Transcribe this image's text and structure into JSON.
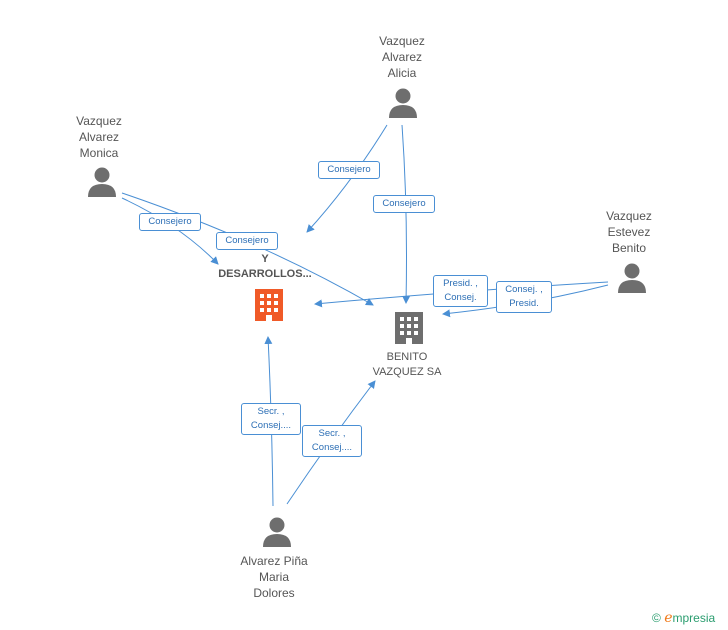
{
  "colors": {
    "edge": "#4a8fd4",
    "person": "#6e6e6e",
    "main_company": "#f05a28",
    "company": "#6e6e6e"
  },
  "people": {
    "alicia": "Vazquez\nAlvarez\nAlicia",
    "monica": "Vazquez\nAlvarez\nMonica",
    "benito": "Vazquez\nEstevez\nBenito",
    "maria": "Alvarez Piña\nMaria\nDolores"
  },
  "companies": {
    "main": "TOS\nY\nDESARROLLOS...",
    "benito_sa": "BENITO\nVAZQUEZ SA"
  },
  "edge_labels": {
    "alicia_main": "Consejero",
    "alicia_bv": "Consejero",
    "monica_main": "Consejero",
    "monica_bv": "Consejero",
    "benito_main": "Presid. ,\nConsej.",
    "benito_bv": "Consej. ,\nPresid.",
    "maria_main": "Secr. ,\nConsej....",
    "maria_bv": "Secr. ,\nConsej...."
  },
  "footer": {
    "copyright": "©",
    "brand_initial": "e",
    "brand_rest": "mpresia"
  }
}
